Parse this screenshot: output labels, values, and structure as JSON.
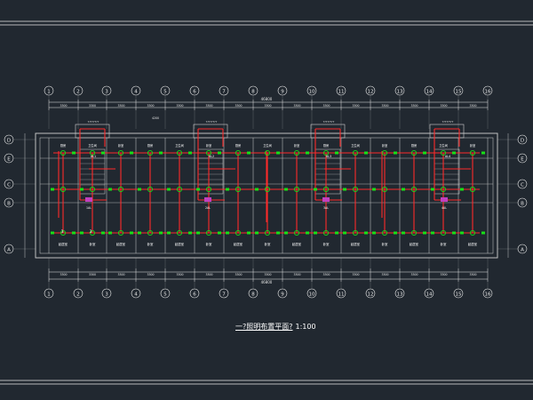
{
  "drawing": {
    "title": "一?照明布置平面?",
    "scale": "1:100",
    "overall_dim_top": "46800",
    "overall_dim_bottom": "46800",
    "bay_dim": "3300",
    "mid_dim": "4200"
  },
  "axes": {
    "vertical": [
      "1",
      "2",
      "3",
      "4",
      "5",
      "6",
      "7",
      "8",
      "9",
      "10",
      "11",
      "12",
      "13",
      "14",
      "15",
      "16"
    ],
    "horizontal": [
      "D",
      "E",
      "C",
      "B",
      "A"
    ]
  },
  "panels": [
    "AL1",
    "AL2",
    "AL3",
    "AL4"
  ],
  "room_labels": [
    "起居室",
    "卧室",
    "厨房",
    "卫生间",
    "楼梯间",
    "1AL",
    "2AL",
    "3AL",
    "4AL",
    "3",
    "3"
  ],
  "colors": {
    "background": "#212830",
    "frame": "#e8e8e8",
    "wall": "#d0d0d0",
    "wiring": "#ff2a2a",
    "fixture": "#18e018",
    "panel": "#c040c0",
    "axis": "#e8e8e8",
    "dim": "#e8e8e8"
  }
}
